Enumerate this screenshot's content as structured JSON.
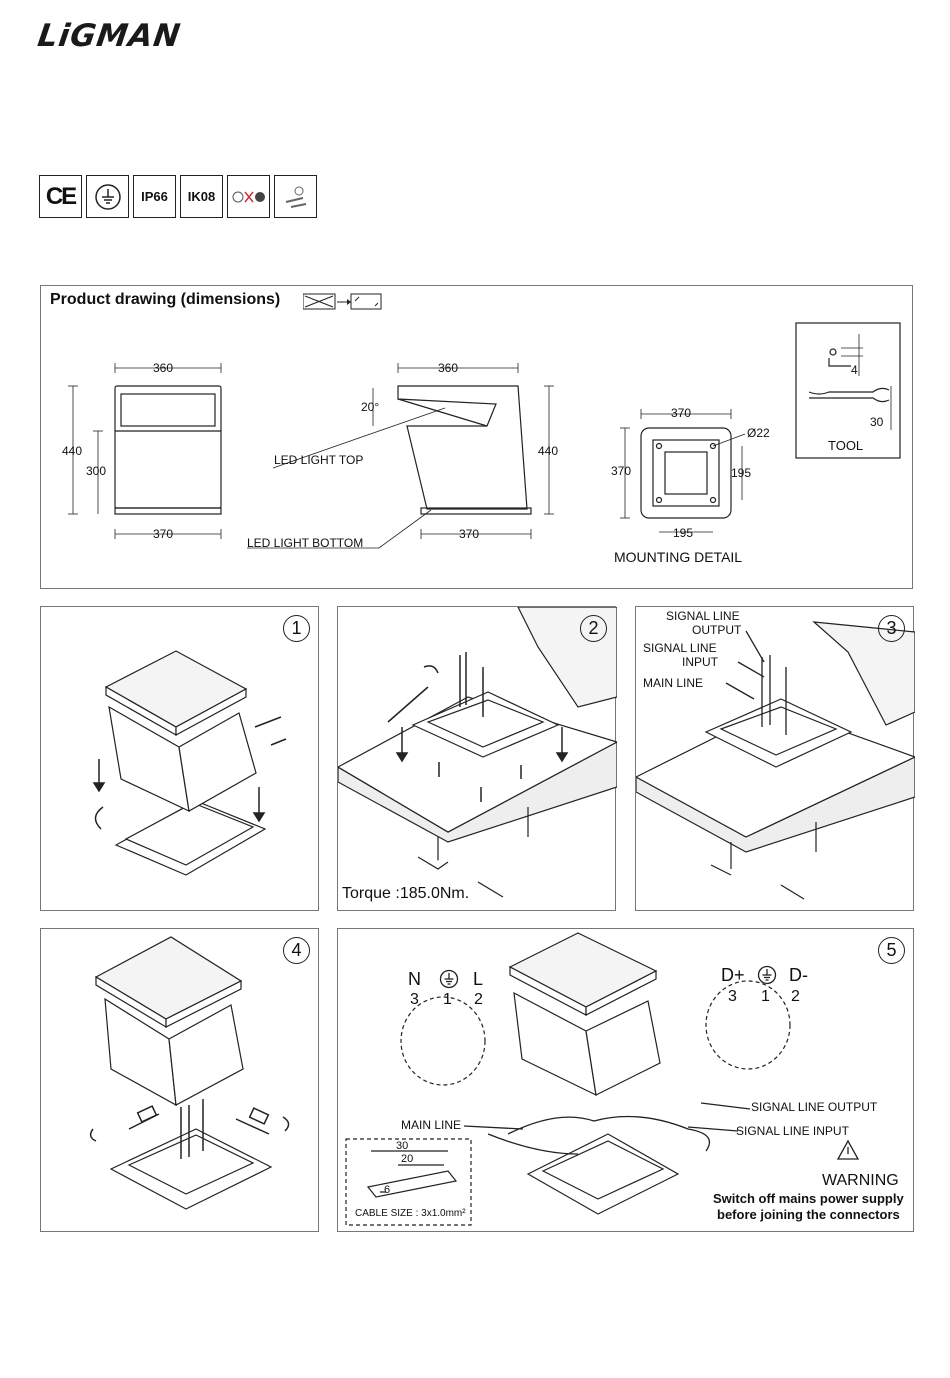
{
  "brand": "LiGMAN",
  "badges": [
    "CE",
    "IP66",
    "IK08"
  ],
  "dimensions": {
    "title": "Product drawing (dimensions)",
    "front_width": "360",
    "front_height": "440",
    "front_inner_height": "300",
    "front_base_width": "370",
    "angle": "20°",
    "side_width": "360",
    "side_height": "440",
    "side_base_width": "370",
    "led_top": "LED LIGHT TOP",
    "led_bottom": "LED LIGHT BOTTOM",
    "mount_width": "370",
    "mount_height": "370",
    "hole": "Ø22",
    "hole_spacing_v": "195",
    "hole_spacing_h": "195",
    "mounting_detail": "MOUNTING DETAIL",
    "tool_hex": "4",
    "tool_wrench": "30",
    "tool_label": "TOOL"
  },
  "steps": [
    {
      "number": "1"
    },
    {
      "number": "2",
      "torque": "Torque :185.0Nm."
    },
    {
      "number": "3",
      "signal_output": [
        "SIGNAL LINE",
        "OUTPUT"
      ],
      "signal_input": [
        "SIGNAL LINE",
        "INPUT"
      ],
      "main_line": "MAIN LINE"
    },
    {
      "number": "4"
    },
    {
      "number": "5",
      "power_pins": {
        "n": "N",
        "l": "L",
        "n_num": "3",
        "earth_num": "1",
        "l_num": "2"
      },
      "signal_pins": {
        "dplus": "D+",
        "dminus": "D-",
        "dplus_num": "3",
        "earth_num": "1",
        "dminus_num": "2"
      },
      "main_line": "MAIN LINE",
      "signal_output": "SIGNAL LINE OUTPUT",
      "signal_input": "SIGNAL LINE INPUT",
      "strip_30": "30",
      "strip_20": "20",
      "strip_6": "6",
      "cable_size": "CABLE SIZE : 3x1.0mm²",
      "warning": "WARNING",
      "warning_line1": "Switch off mains power supply",
      "warning_line2": "before joining the connectors"
    }
  ]
}
